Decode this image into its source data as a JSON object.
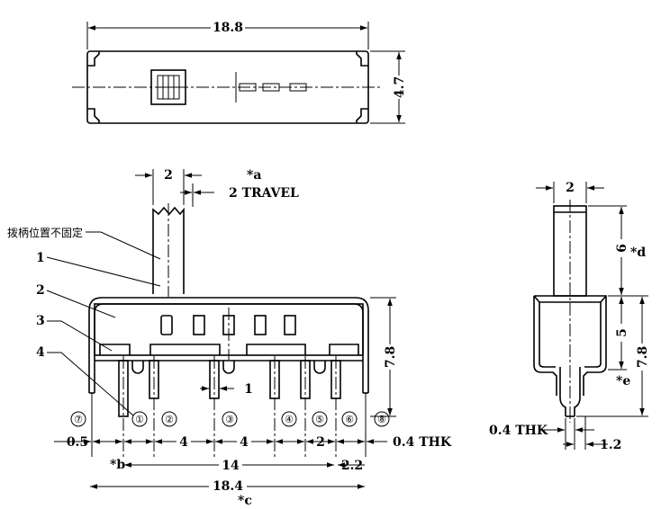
{
  "top_view": {
    "dim_length": "18.8",
    "dim_width": "4.7"
  },
  "front_view": {
    "dim_lever_width": "2",
    "note_a": "*a",
    "travel": "2 TRAVEL",
    "chinese_note": "拨柄位置不固定",
    "callouts": [
      "1",
      "2",
      "3",
      "4"
    ],
    "pins": [
      "⑦",
      "①",
      "②",
      "③",
      "④",
      "⑤",
      "⑥",
      "⑧"
    ],
    "dim_pin_gap": "1",
    "dim_height": "7.8",
    "dim_edge": "0.5",
    "dim_pitch_a": "4",
    "dim_pitch_b": "4",
    "dim_pitch_c": "2",
    "dim_thk": "0.4 THK",
    "dim_span": "14",
    "dim_end": "2.2",
    "dim_overall": "18.4",
    "note_b": "*b",
    "note_c": "*c"
  },
  "side_view": {
    "dim_lever_width": "2",
    "dim_lever_height": "6",
    "note_d": "*d",
    "dim_body": "5",
    "note_e": "*e",
    "dim_height": "7.8",
    "dim_thk": "0.4 THK",
    "dim_pin_pos": "1.2"
  }
}
